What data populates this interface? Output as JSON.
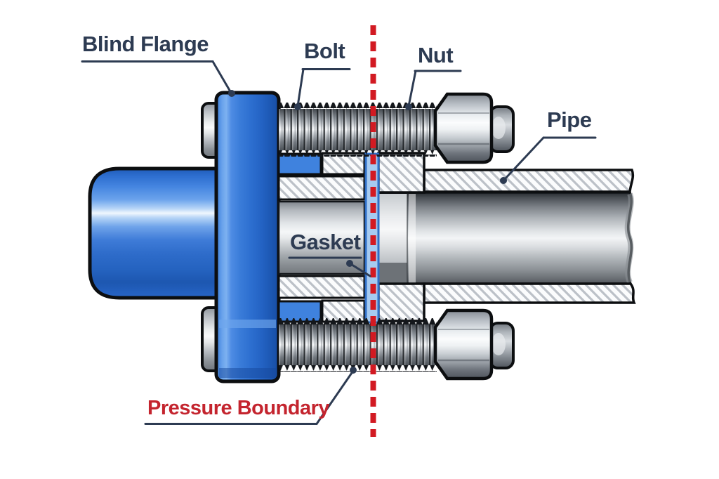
{
  "diagram": {
    "type": "technical cross-section of a bolted blind-flange pipe joint",
    "labels": {
      "blind_flange": "Blind Flange",
      "bolt": "Bolt",
      "nut": "Nut",
      "pipe": "Pipe",
      "gasket": "Gasket",
      "pressure_boundary": "Pressure Boundary"
    },
    "colors": {
      "label_navy": "#2d3b52",
      "pressure_boundary_text_red": "#c4242e",
      "pressure_boundary_dash_red": "#d21a22",
      "flange_blue": "#2e6fd0",
      "gasket_blue": "#a6cbf1",
      "gasket_border_blue": "#2f6fc8",
      "steel_highlight": "#f4f6f8",
      "hatch_stroke_gray": "#bcc1c8",
      "outline_black": "#0c0e10"
    }
  }
}
